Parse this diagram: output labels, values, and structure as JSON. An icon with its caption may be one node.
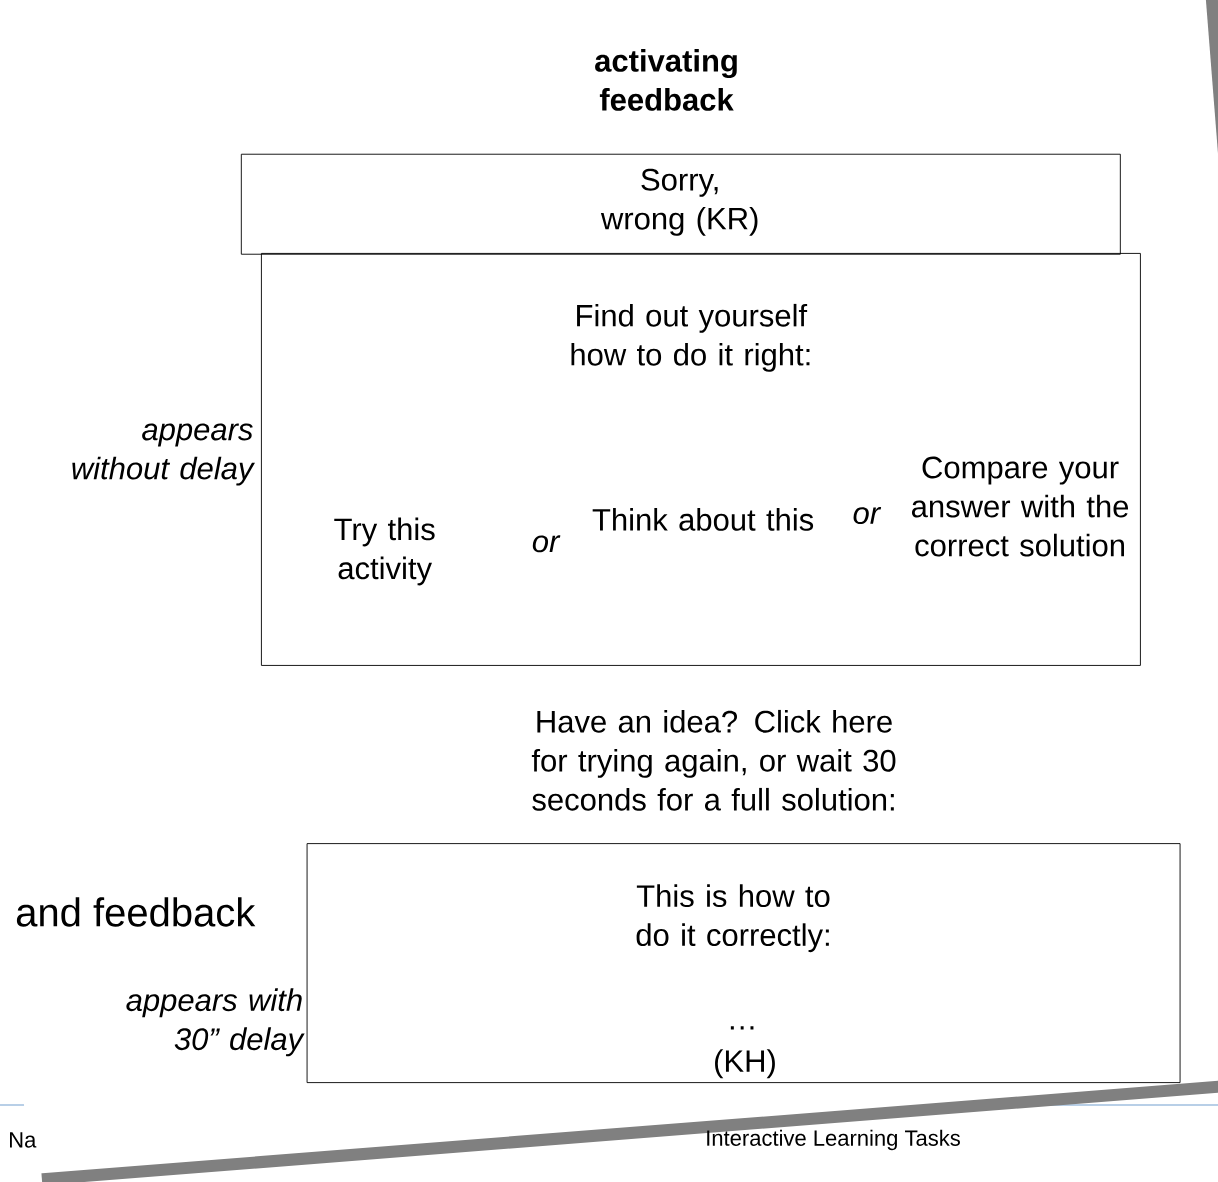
{
  "diagram": {
    "title": "activating feedback",
    "nodes": [
      {
        "text": [
          "Sorry, wrong (KR)"
        ]
      },
      {
        "text": [
          "Find out yourself how to do it right:",
          "Try this activity",
          "or",
          "Think about this",
          "or",
          "Compare your answer with the correct solution"
        ],
        "beside": [
          "appears without delay"
        ]
      },
      {
        "text": [
          "This is how to do it correctly:",
          "…",
          "(KH)"
        ],
        "beside": [
          "appears with 30” delay"
        ]
      }
    ],
    "labels": [
      "Have an idea? Click here for trying again, or wait 30 seconds for a full solution:",
      "and feedback",
      "Na",
      "Interactive Learning Tasks"
    ]
  }
}
